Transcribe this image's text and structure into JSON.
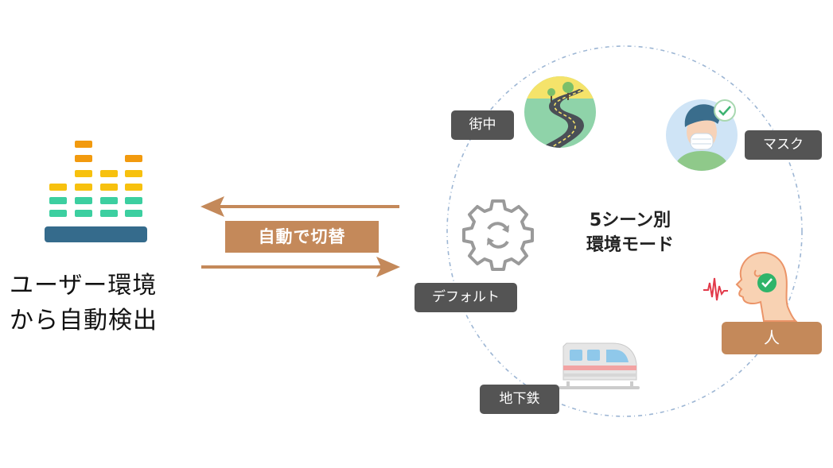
{
  "left": {
    "title_line1": "ユーザー環境",
    "title_line2": "から自動検出"
  },
  "switch": {
    "label": "自動で切替"
  },
  "center": {
    "line1": "5シーン別",
    "line2": "環境モード"
  },
  "scenes": {
    "street": "街中",
    "mask": "マスク",
    "default": "デフォルト",
    "person": "人",
    "subway": "地下鉄"
  },
  "colors": {
    "accent": "#c4895a",
    "tag_bg": "#545454",
    "eq_orange": "#f29a0e",
    "eq_yellow": "#f7c10e",
    "eq_green": "#3ccfa0",
    "eq_base": "#356b8c",
    "circle": "#9db6d4"
  },
  "icons": [
    "equalizer-icon",
    "road-icon",
    "masked-person-icon",
    "gear-icon",
    "speaking-person-icon",
    "train-icon"
  ]
}
